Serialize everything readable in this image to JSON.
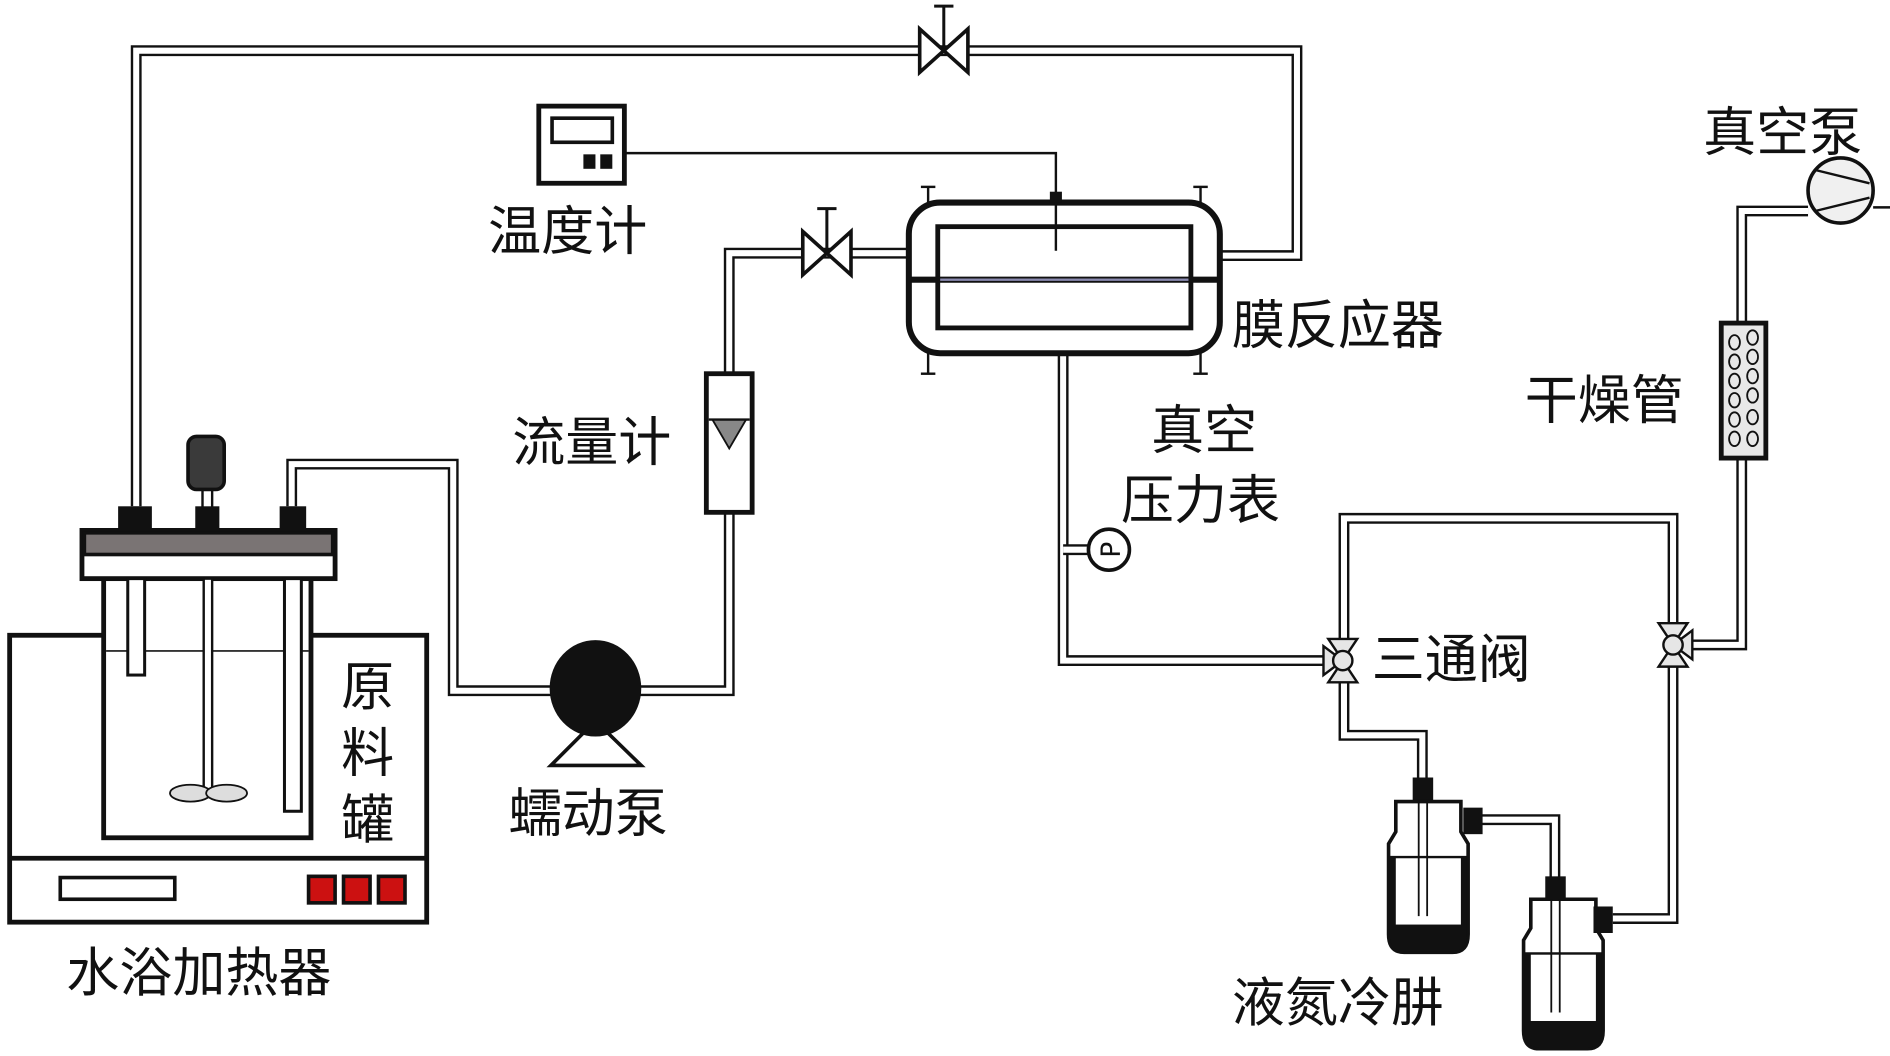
{
  "labels": {
    "thermometer": "温度计",
    "flowmeter": "流量计",
    "membrane_reactor": "膜反应器",
    "vacuum_gauge_line1": "真空",
    "vacuum_gauge_line2": "压力表",
    "three_way_valve": "三通阀",
    "vacuum_pump": "真空泵",
    "drying_tube": "干燥管",
    "peristaltic_pump": "蠕动泵",
    "feed_tank": [
      "原",
      "料",
      "罐"
    ],
    "water_bath_heater": "水浴加热器",
    "liquid_nitrogen_trap": "液氮冷肼",
    "pressure_gauge_symbol": "P"
  },
  "colors": {
    "line": "#111111",
    "lid_band": "#7a7474",
    "button": "#cc1111",
    "motor": "#3a3a3a",
    "valve_fill": "#e6e6e6"
  }
}
